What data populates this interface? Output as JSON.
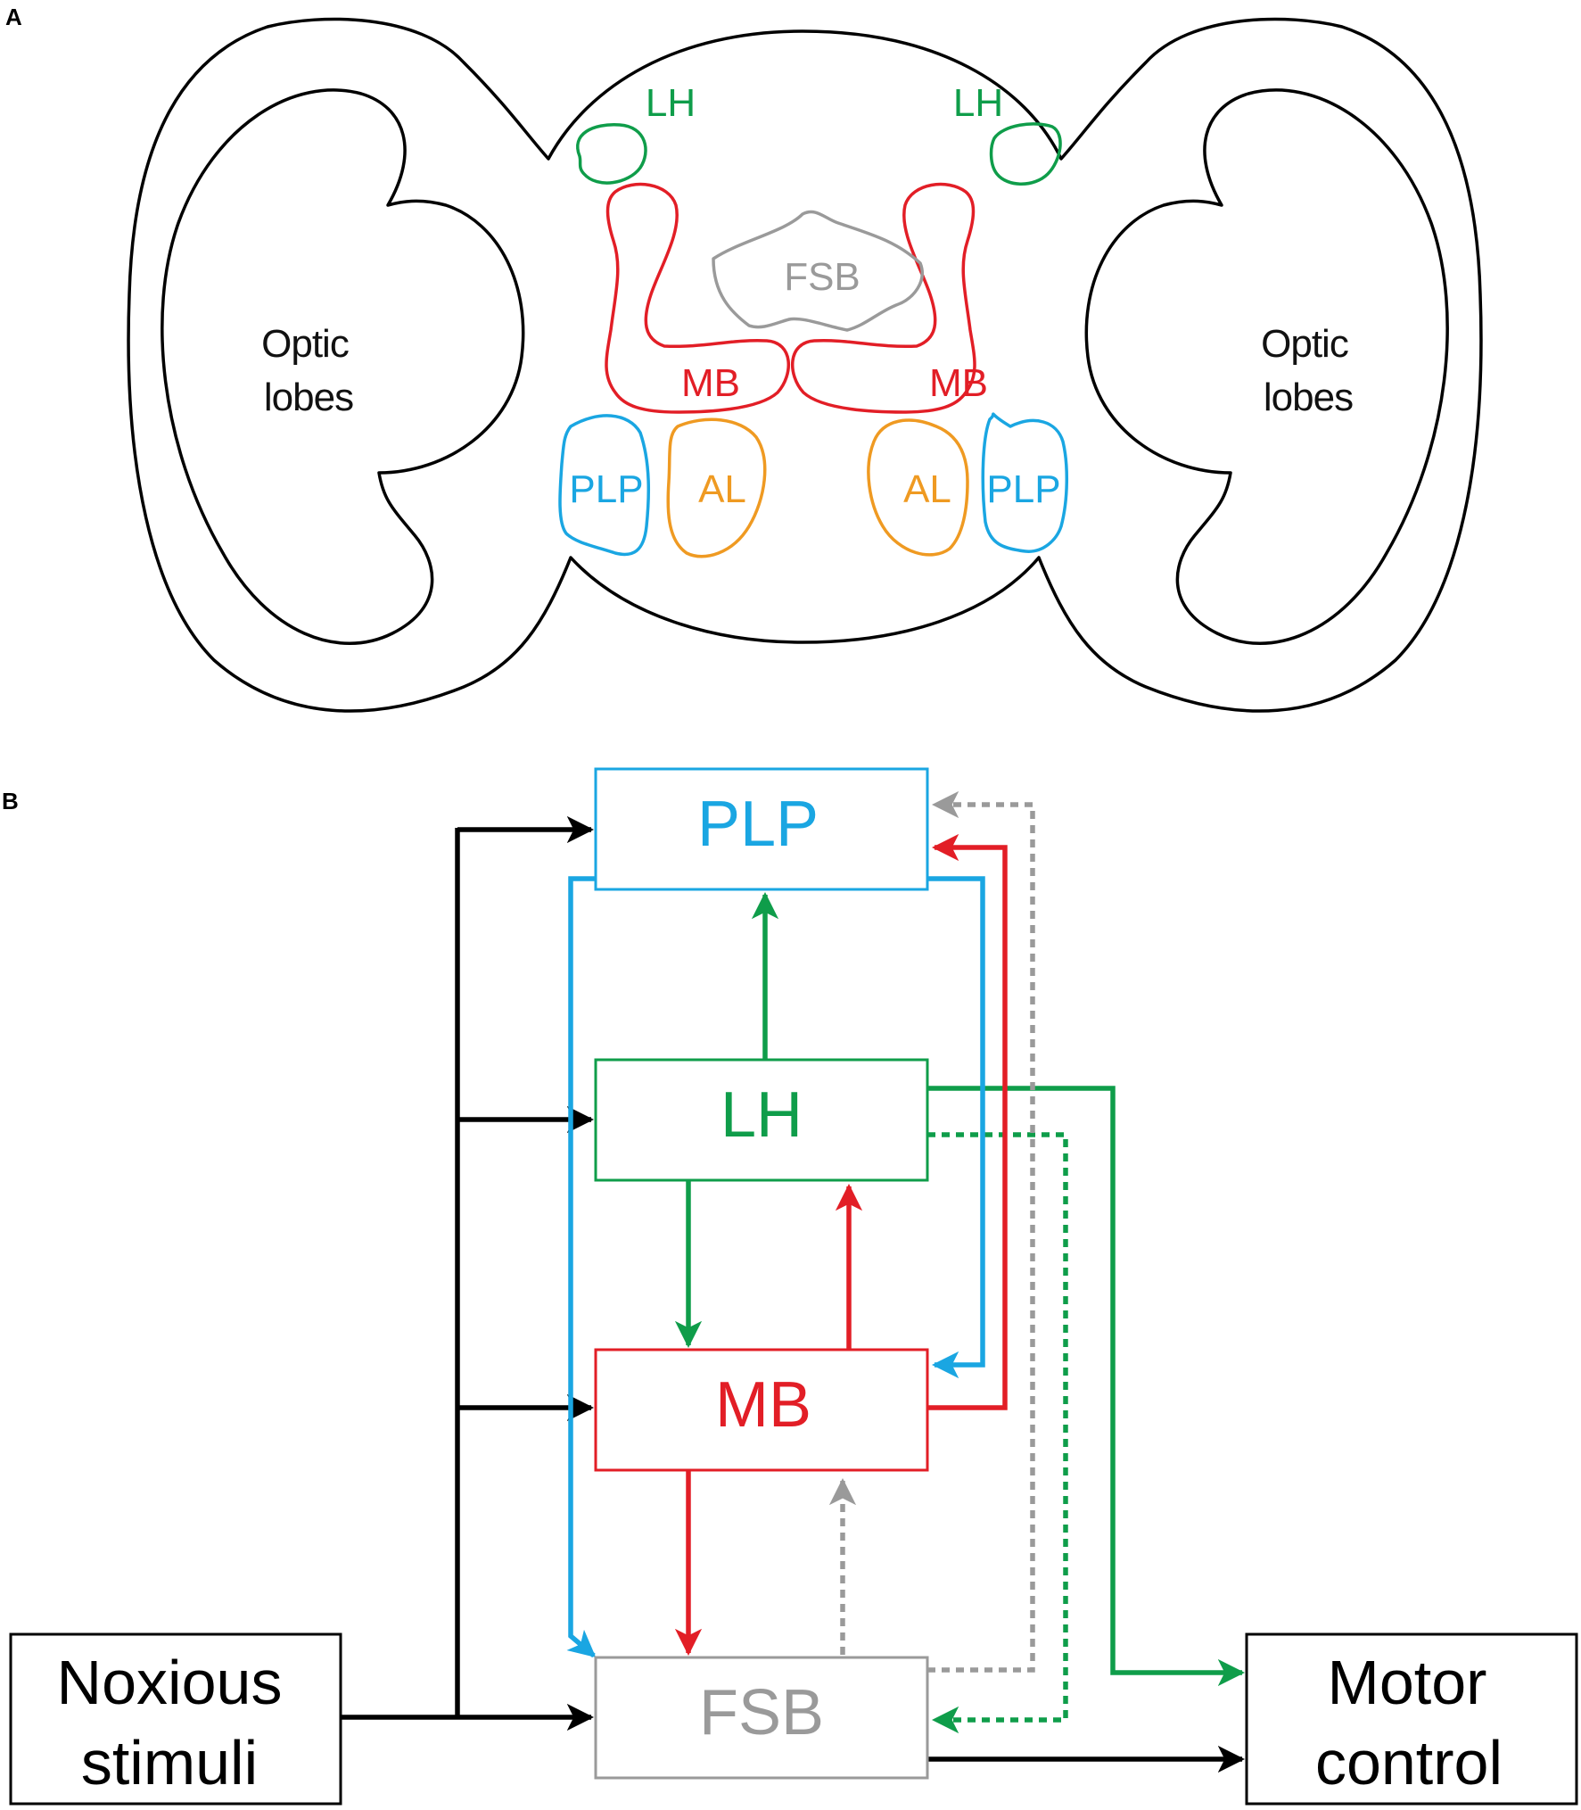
{
  "panels": {
    "a": "A",
    "b": "B"
  },
  "colors": {
    "black": "#000000",
    "blue": "#1aa6e2",
    "green": "#0f9d4a",
    "red": "#e21e26",
    "orange": "#ef9a22",
    "gray": "#9a9a9a"
  },
  "panel_a": {
    "optic_left": [
      "Optic",
      "lobes"
    ],
    "optic_right": [
      "Optic",
      "lobes"
    ],
    "lh_left": "LH",
    "lh_right": "LH",
    "fsb": "FSB",
    "mb_left": "MB",
    "mb_right": "MB",
    "plp_left": "PLP",
    "plp_right": "PLP",
    "al_left": "AL",
    "al_right": "AL"
  },
  "panel_b": {
    "plp": "PLP",
    "lh": "LH",
    "mb": "MB",
    "fsb": "FSB",
    "input": [
      "Noxious",
      "stimuli"
    ],
    "output": [
      "Motor",
      "control"
    ]
  }
}
